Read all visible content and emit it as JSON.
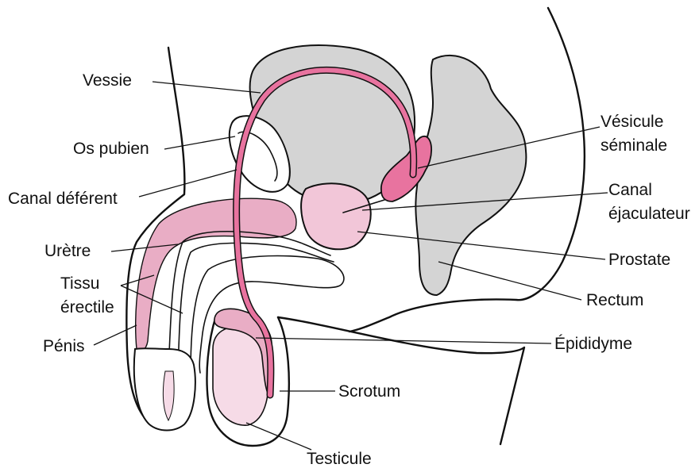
{
  "colors": {
    "gray_organ": "#d4d4d4",
    "pink_strong": "#e8739f",
    "pink_light": "#e9adc5",
    "pink_pale": "#f6dbe7",
    "outline": "#111111"
  },
  "labels": {
    "vessie": "Vessie",
    "os_pubien": "Os pubien",
    "canal_deferent": "Canal déférent",
    "uretre": "Urètre",
    "tissu_erectile_1": "Tissu",
    "tissu_erectile_2": "érectile",
    "penis": "Pénis",
    "vesicule_seminale_1": "Vésicule",
    "vesicule_seminale_2": "séminale",
    "canal_ejaculateur_1": "Canal",
    "canal_ejaculateur_2": "éjaculateur",
    "prostate": "Prostate",
    "rectum": "Rectum",
    "epididyme": "Épididyme",
    "scrotum": "Scrotum",
    "testicule": "Testicule"
  }
}
